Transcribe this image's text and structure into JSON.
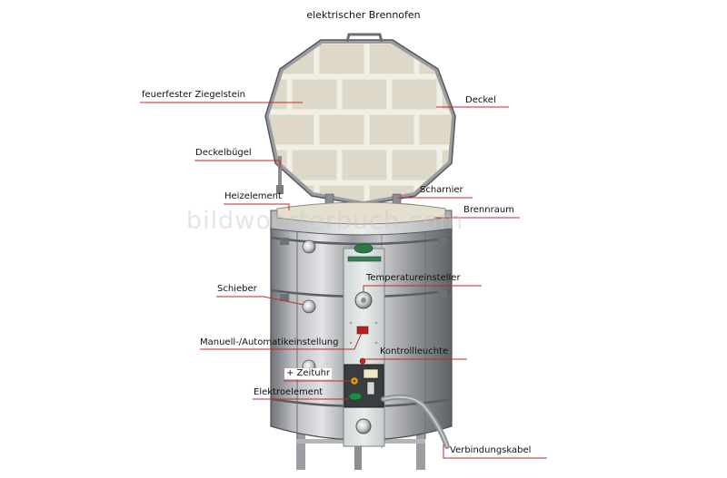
{
  "title": "elektrischer Brennofen",
  "watermark": "bildwoerterbuch.com",
  "labels": {
    "feuerfester_ziegelstein": "feuerfester Ziegelstein",
    "deckel": "Deckel",
    "deckelbuegel": "Deckelbügel",
    "scharnier": "Scharnier",
    "heizelement": "Heizelement",
    "brennraum": "Brennraum",
    "temperatureinsteller": "Temperatureinsteller",
    "schieber": "Schieber",
    "manuell_automatik": "Manuell-/Automatikeinstellung",
    "kontrollleuchte": "Kontrollleuchte",
    "zeituhr": "+ Zeituhr",
    "elektroelement": "Elektroelement",
    "verbindungskabel": "Verbindungskabel"
  },
  "colors": {
    "leader_line": "#c0282d",
    "brick": "#ddd8c8",
    "mortar": "#f2efe4",
    "steel": "#a7a9ad",
    "lamp": "#d62020",
    "dial_green": "#1f8a4a"
  }
}
